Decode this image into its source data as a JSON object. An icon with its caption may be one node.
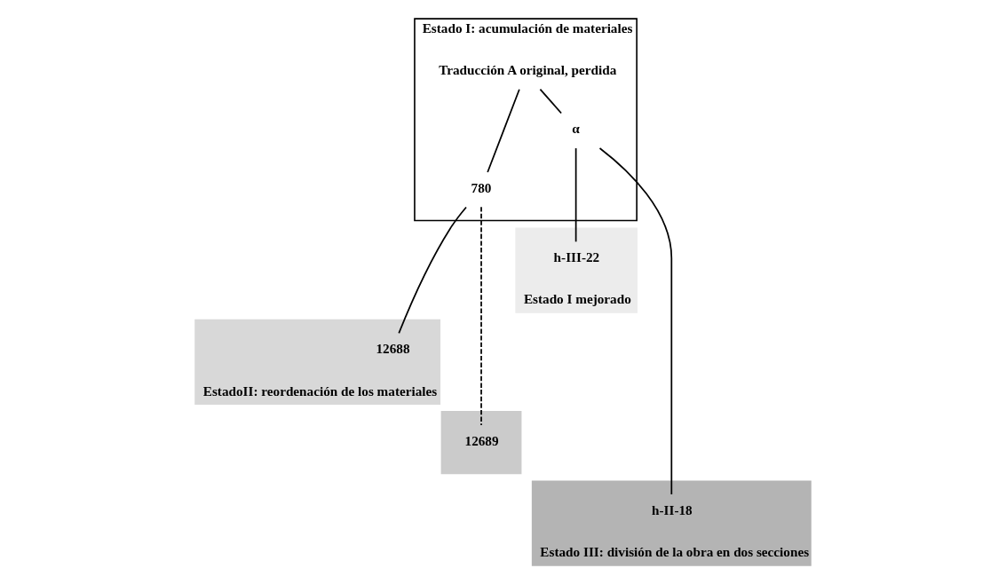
{
  "diagram": {
    "nodes": [
      {
        "text": [
          "Estado I: acumulación de materiales"
        ]
      },
      {
        "text": [
          "Traducción A original, perdida"
        ],
        "in": 0
      },
      {
        "text": [
          "α"
        ],
        "in": 0
      },
      {
        "text": [
          "780"
        ],
        "in": 0
      },
      {
        "text": [
          "Estado I mejorado"
        ]
      },
      {
        "text": [
          "h-III-22"
        ],
        "in": 4
      },
      {
        "text": [
          "EstadoII: reordenación de los materiales"
        ]
      },
      {
        "text": [
          "12688"
        ],
        "in": 6
      },
      {
        "text": [],
        "shape": "bar"
      },
      {
        "text": [
          "12689"
        ],
        "in": 8
      },
      {
        "text": [
          "Estado III: división de la obra en dos secciones"
        ]
      },
      {
        "text": [
          "h-II-18"
        ],
        "in": 10
      }
    ],
    "edges": [
      {
        "from": 1,
        "to": 3,
        "arrow": "none"
      },
      {
        "from": 1,
        "to": 2,
        "arrow": "none"
      },
      {
        "from": 2,
        "to": 5,
        "arrow": "none"
      },
      {
        "from": 2,
        "to": 11,
        "arrow": "none"
      },
      {
        "from": 3,
        "to": 7,
        "arrow": "none"
      },
      {
        "from": 3,
        "to": 9,
        "arrow": "none",
        "style": "dashed"
      }
    ]
  }
}
